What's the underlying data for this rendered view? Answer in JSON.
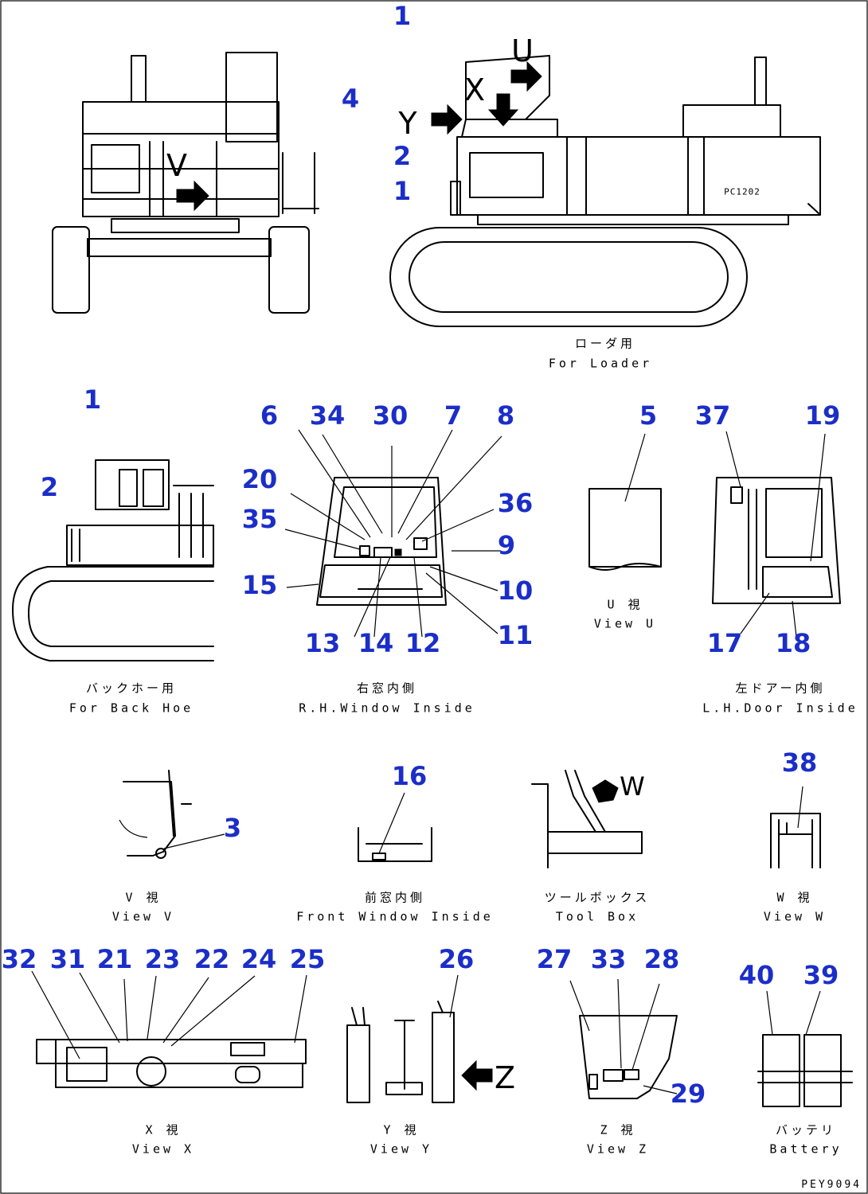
{
  "callouts": [
    "1",
    "4",
    "U",
    "X",
    "Y",
    "2",
    "1",
    "V",
    "1",
    "2",
    "6",
    "34",
    "30",
    "7",
    "8",
    "20",
    "36",
    "35",
    "9",
    "15",
    "10",
    "11",
    "13",
    "14",
    "12",
    "5",
    "37",
    "19",
    "17",
    "18",
    "3",
    "16",
    "W",
    "38",
    "32",
    "31",
    "21",
    "23",
    "22",
    "24",
    "25",
    "26",
    "Z",
    "27",
    "33",
    "28",
    "40",
    "39",
    "29"
  ],
  "captions": {
    "loader_jp": "ローダ用",
    "loader_en": "For Loader",
    "backhoe_jp": "バックホー用",
    "backhoe_en": "For Back Hoe",
    "rh_window_jp": "右窓内側",
    "rh_window_en": "R.H.Window Inside",
    "view_u_jp": "U 視",
    "view_u_en": "View U",
    "lh_door_jp": "左ドアー内側",
    "lh_door_en": "L.H.Door Inside",
    "view_v_jp": "V 視",
    "view_v_en": "View V",
    "front_window_jp": "前窓内側",
    "front_window_en": "Front Window Inside",
    "tool_box_jp": "ツールボックス",
    "tool_box_en": "Tool Box",
    "view_w_jp": "W 視",
    "view_w_en": "View W",
    "view_x_jp": "X 視",
    "view_x_en": "View X",
    "view_y_jp": "Y 視",
    "view_y_en": "View Y",
    "view_z_jp": "Z 視",
    "view_z_en": "View Z",
    "battery_jp": "バッテリ",
    "battery_en": "Battery"
  },
  "machine_model_text": "PC1202",
  "drawing_code": "PEY9094"
}
